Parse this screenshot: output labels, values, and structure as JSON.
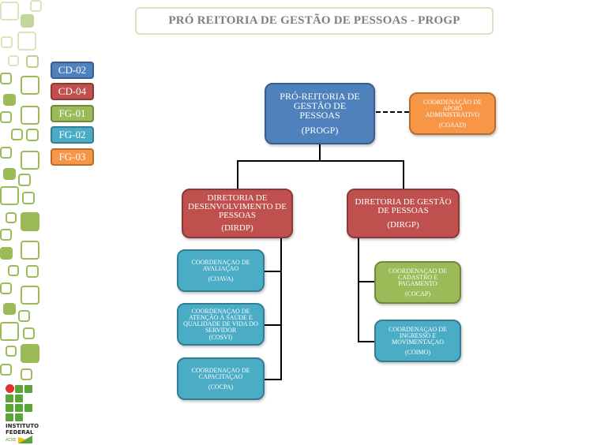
{
  "title": "PRÓ REITORIA DE GESTÃO DE PESSOAS - PROGP",
  "legend": [
    {
      "label": "CD-02",
      "color": "#4f81bd"
    },
    {
      "label": "CD-04",
      "color": "#c0504d"
    },
    {
      "label": "FG-01",
      "color": "#9bbb59"
    },
    {
      "label": "FG-02",
      "color": "#4bacc6"
    },
    {
      "label": "FG-03",
      "color": "#f79646"
    }
  ],
  "nodes": {
    "progp": {
      "name": "PRÓ-REITORIA DE GESTÃO DE PESSOAS",
      "acronym": "(PROGP)",
      "level": "CD-02"
    },
    "coaad": {
      "name": "COORDENAÇÃO DE APOIO ADMINISTRATIVO",
      "acronym": "(COAAD)",
      "level": "FG-03"
    },
    "dirdp": {
      "name": "DIRETORIA DE DESENVOLVIMENTO DE PESSOAS",
      "acronym": "(DIRDP)",
      "level": "CD-04"
    },
    "dirgp": {
      "name": "DIRETORIA DE GESTÃO DE PESSOAS",
      "acronym": "(DIRGP)",
      "level": "CD-04"
    },
    "coava": {
      "name": "COORDENAÇAO DE AVALIAÇAO",
      "acronym": "(COAVA)",
      "level": "FG-02"
    },
    "cosvi": {
      "name": "COORDENAÇAO DE ATENÇÃO À SAÚDE E QUALIDADE DE VIDA DO SERVIDOR",
      "acronym": "(COSVI)",
      "level": "FG-02"
    },
    "cocpa": {
      "name": "COORDENAÇAO DE CAPACITAÇAO",
      "acronym": "(COCPA)",
      "level": "FG-02"
    },
    "cocap": {
      "name": "COORDENAÇAO DE CADASTRO E PAGAMENTO",
      "acronym": "(COCAP)",
      "level": "FG-01"
    },
    "coimo": {
      "name": "COORDENAÇAO DE INGRESSO E MOVIMENTAÇAO",
      "acronym": "(COIMO)",
      "level": "FG-02"
    }
  },
  "logo": {
    "line1": "INSTITUTO",
    "line2": "FEDERAL",
    "line3": "ACRE"
  }
}
